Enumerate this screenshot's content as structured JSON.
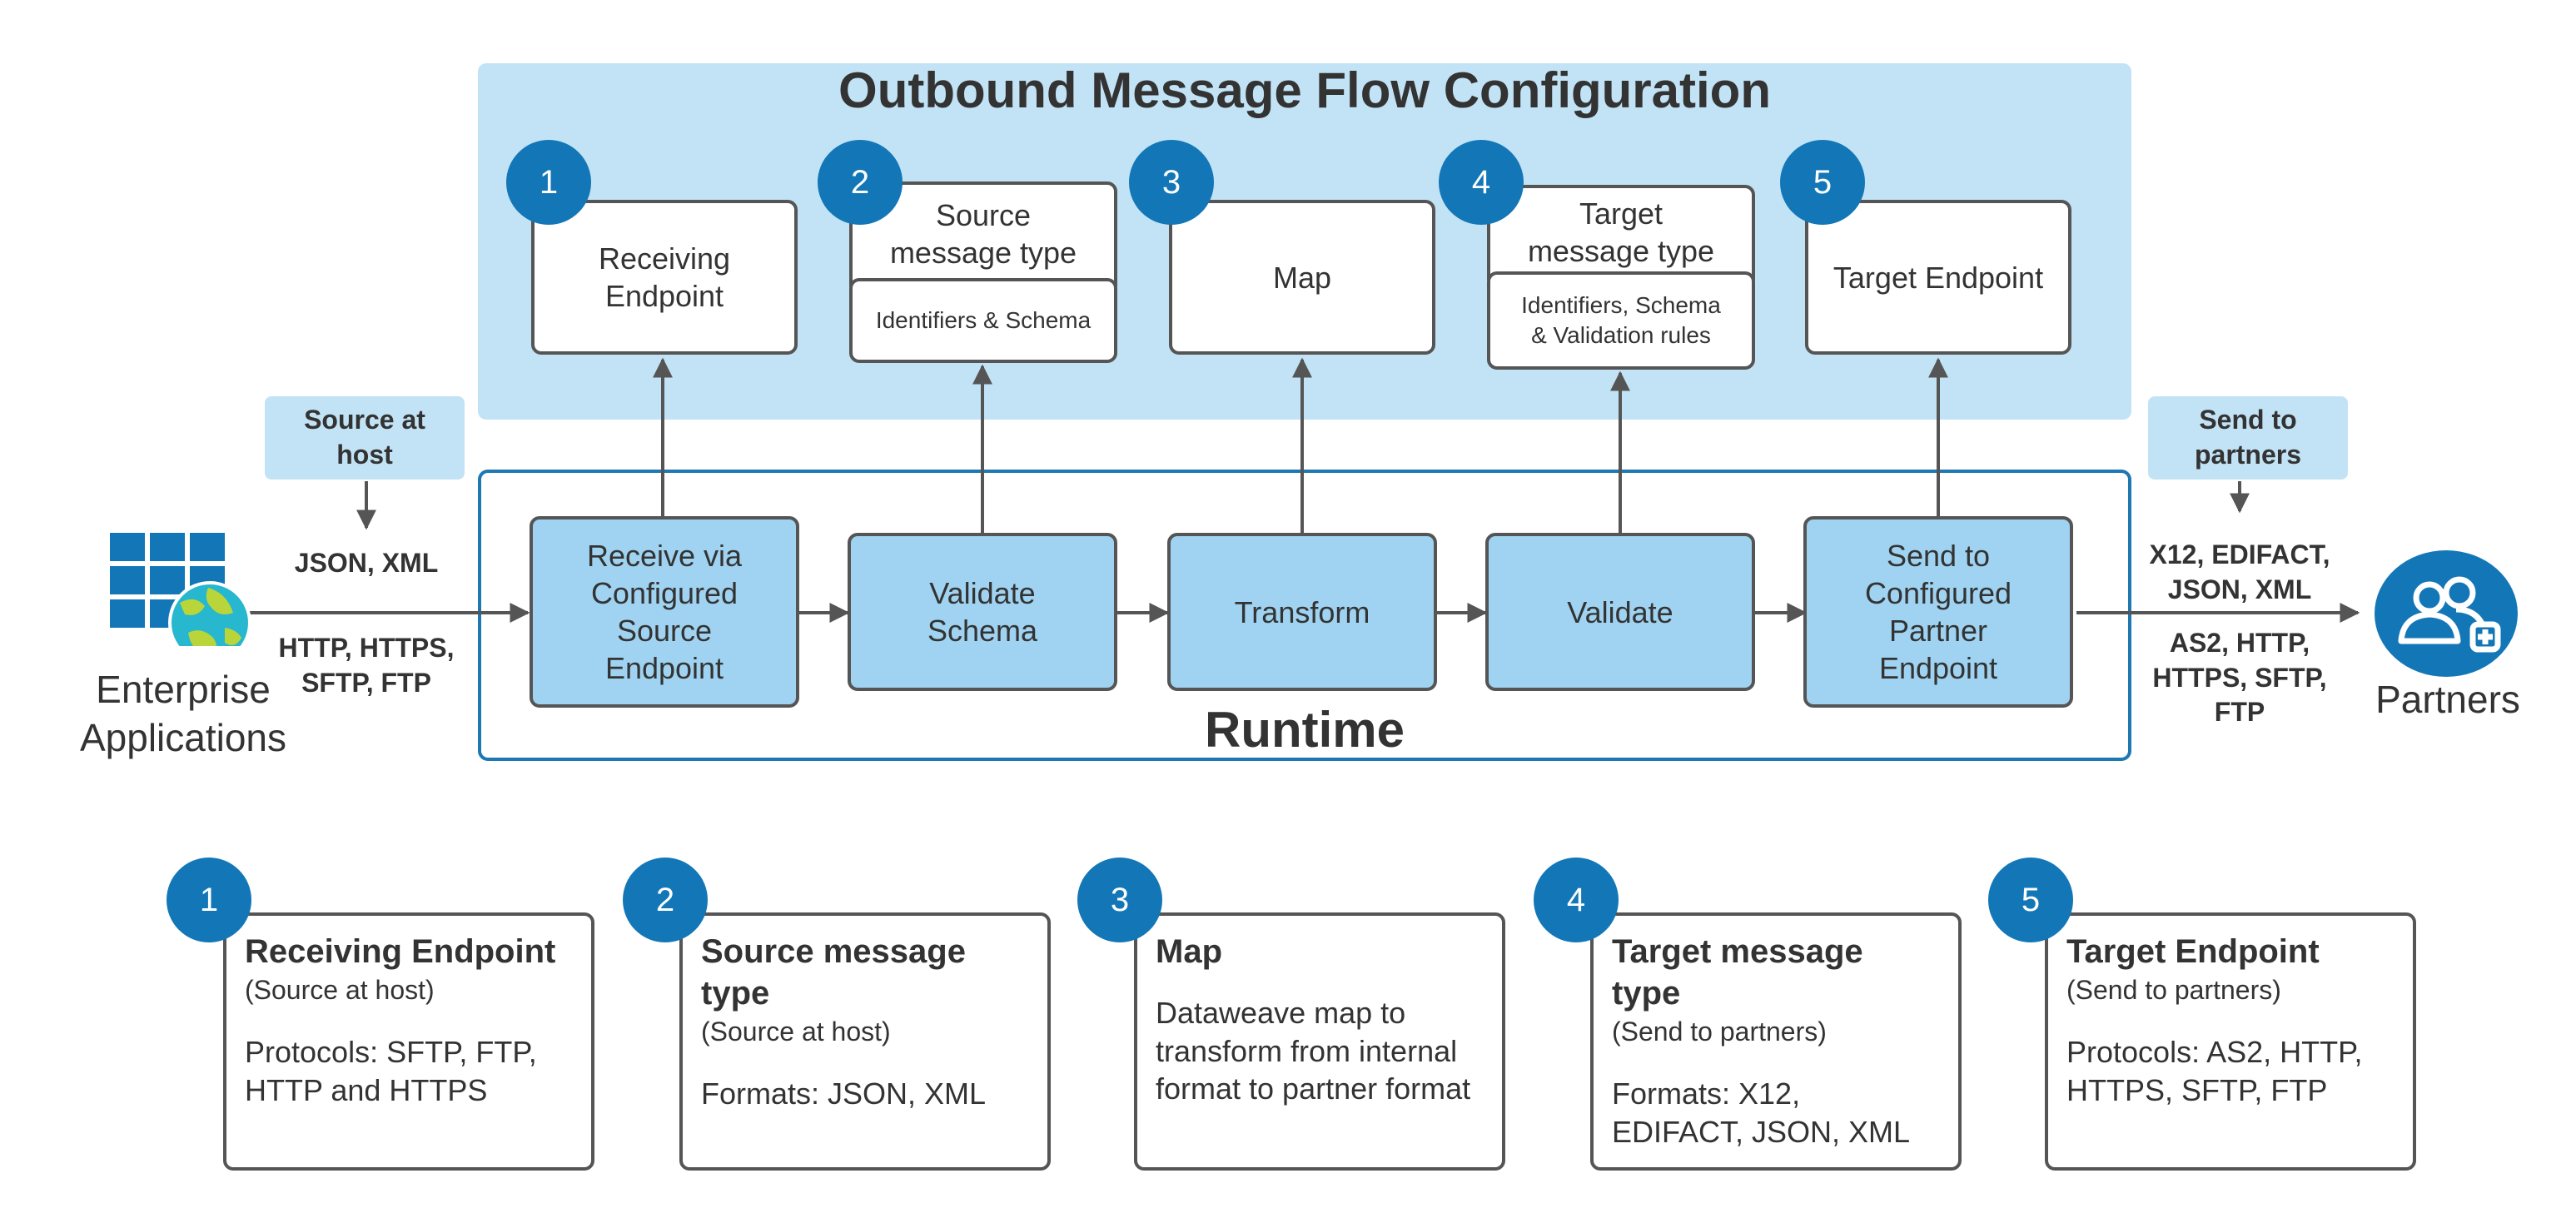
{
  "config": {
    "title": "Outbound Message Flow Configuration"
  },
  "runtime": {
    "title": "Runtime"
  },
  "config_steps": [
    {
      "number": "1",
      "label": "Receiving Endpoint"
    },
    {
      "number": "2",
      "label": "Source message type",
      "sub": "Identifiers & Schema"
    },
    {
      "number": "3",
      "label": "Map"
    },
    {
      "number": "4",
      "label": "Target message type",
      "sub": "Identifiers, Schema & Validation rules"
    },
    {
      "number": "5",
      "label": "Target Endpoint"
    }
  ],
  "runtime_steps": [
    "Receive via Configured Source Endpoint",
    "Validate Schema",
    "Transform",
    "Validate",
    "Send to Configured Partner Endpoint"
  ],
  "left": {
    "callout": "Source at host",
    "formats": "JSON, XML",
    "protocols": "HTTP, HTTPS, SFTP, FTP",
    "actor": "Enterprise Applications"
  },
  "right": {
    "callout": "Send to partners",
    "formats": "X12, EDIFACT, JSON, XML",
    "protocols": "AS2, HTTP, HTTPS, SFTP, FTP",
    "actor": "Partners"
  },
  "legend": [
    {
      "number": "1",
      "title": "Receiving Endpoint",
      "subtitle": "(Source at host)",
      "body": "Protocols: SFTP, FTP, HTTP and HTTPS"
    },
    {
      "number": "2",
      "title": "Source message type",
      "subtitle": "(Source at host)",
      "body": "Formats: JSON, XML"
    },
    {
      "number": "3",
      "title": "Map",
      "subtitle": "",
      "body": "Dataweave map to transform from internal format to partner format"
    },
    {
      "number": "4",
      "title": "Target message type",
      "subtitle": "(Send to partners)",
      "body": "Formats:  X12, EDIFACT, JSON, XML"
    },
    {
      "number": "5",
      "title": "Target Endpoint",
      "subtitle": "(Send to partners)",
      "body": "Protocols:  AS2, HTTP, HTTPS, SFTP, FTP"
    }
  ],
  "colors": {
    "accent": "#1377b7",
    "band": "#c2e3f5",
    "runtime_box": "#9fd3f1",
    "stroke": "#555555"
  },
  "icons": {
    "left_actor": "enterprise-apps-grid-globe-icon",
    "right_actor": "partners-people-icon"
  }
}
